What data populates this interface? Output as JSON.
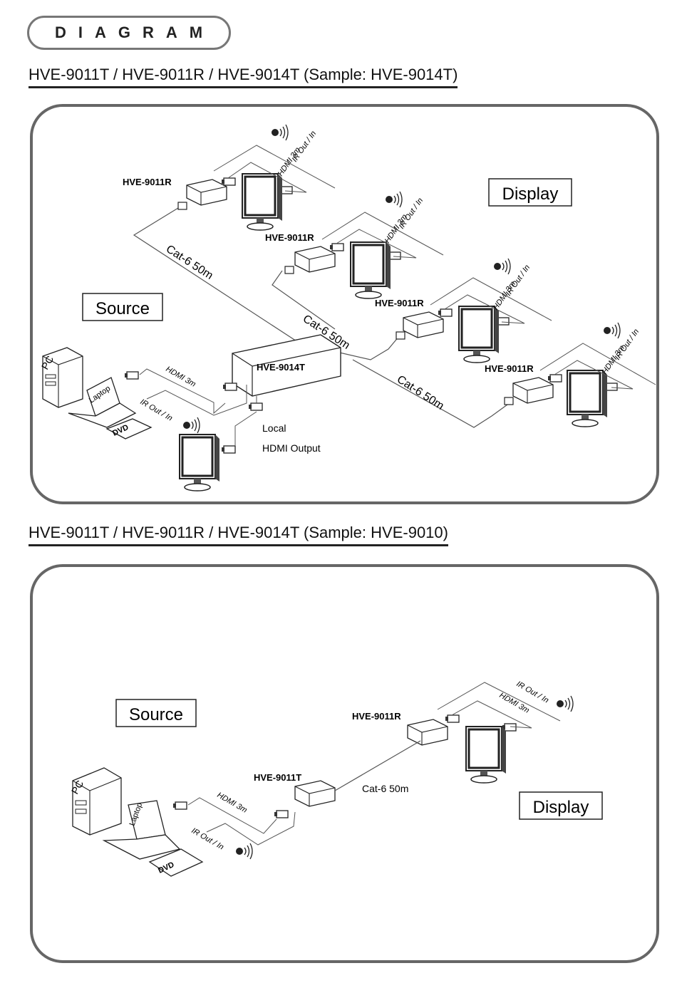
{
  "page": {
    "section_title": "DIAGRAM",
    "heading_1": "HVE-9011T / HVE-9011R / HVE-9014T (Sample: HVE-9014T)",
    "heading_2": "HVE-9011T / HVE-9011R / HVE-9014T (Sample: HVE-9010)"
  },
  "diagram_1": {
    "source_label": "Source",
    "display_label": "Display",
    "hub_label": "HVE-9014T",
    "receiver_label": "HVE-9011R",
    "cable_label": "Cat-6 50m",
    "hdmi_label": "HDMI 3m",
    "ir_label": "IR Out / In",
    "pc_label": "PC",
    "laptop_label": "Laptop",
    "dvd_label": "DVD",
    "local_label": "Local",
    "local_output_label": "HDMI Output"
  },
  "diagram_2": {
    "source_label": "Source",
    "display_label": "Display",
    "transmitter_label": "HVE-9011T",
    "receiver_label": "HVE-9011R",
    "cable_label": "Cat-6 50m",
    "hdmi_label": "HDMI 3m",
    "ir_label": "IR Out / In",
    "pc_label": "PC",
    "laptop_label": "Laptop",
    "dvd_label": "DVD"
  }
}
